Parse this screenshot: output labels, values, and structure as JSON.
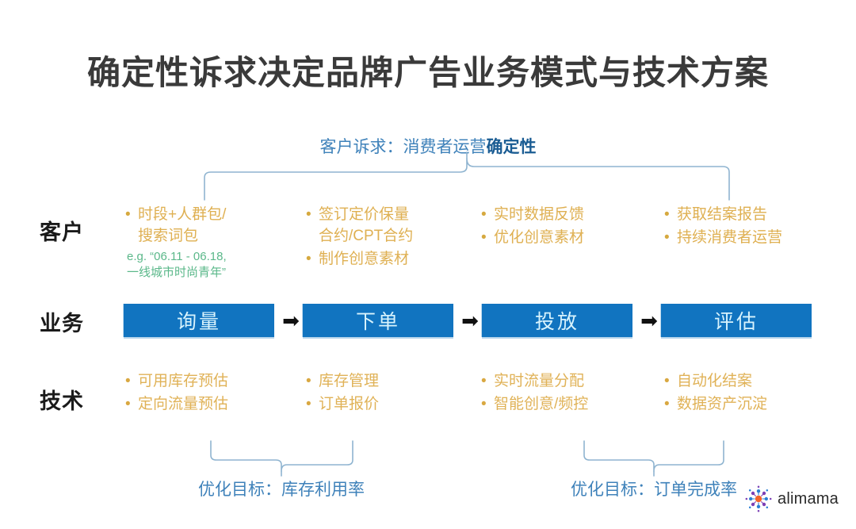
{
  "slide": {
    "title": "确定性诉求决定品牌广告业务模式与技术方案",
    "top_caption_prefix": "客户诉求：消费者运营",
    "top_caption_strong": "确定性"
  },
  "rows": {
    "customer_label": "客户",
    "business_label": "业务",
    "tech_label": "技术"
  },
  "customer": {
    "col1": {
      "bullets": [
        "时段+人群包/\n搜索词包"
      ],
      "example": "e.g. “06.11 - 06.18,\n一线城市时尚青年”"
    },
    "col2": {
      "bullets": [
        "签订定价保量\n合约/CPT合约",
        "制作创意素材"
      ]
    },
    "col3": {
      "bullets": [
        "实时数据反馈",
        "优化创意素材"
      ]
    },
    "col4": {
      "bullets": [
        "获取结案报告",
        "持续消费者运营"
      ]
    }
  },
  "business": {
    "steps": [
      {
        "label": "询量"
      },
      {
        "label": "下单"
      },
      {
        "label": "投放"
      },
      {
        "label": "评估"
      }
    ],
    "arrow_glyph": "➡",
    "box_color": "#1174c0",
    "box_text_color": "#d8f3fd"
  },
  "tech": {
    "col1": {
      "bullets": [
        "可用库存预估",
        "定向流量预估"
      ]
    },
    "col2": {
      "bullets": [
        "库存管理",
        "订单报价"
      ]
    },
    "col3": {
      "bullets": [
        "实时流量分配",
        "智能创意/频控"
      ]
    },
    "col4": {
      "bullets": [
        "自动化结案",
        "数据资产沉淀"
      ]
    }
  },
  "bottom": {
    "left_caption": "优化目标：库存利用率",
    "right_caption": "优化目标：订单完成率"
  },
  "logo": {
    "wordmark": "alimama"
  },
  "colors": {
    "title": "#3a3a3a",
    "caption_blue": "#3f82ba",
    "caption_blue_strong": "#1a5c93",
    "gold": "#dfb052",
    "green": "#5bb88a",
    "brace": "#8fb4d0"
  }
}
